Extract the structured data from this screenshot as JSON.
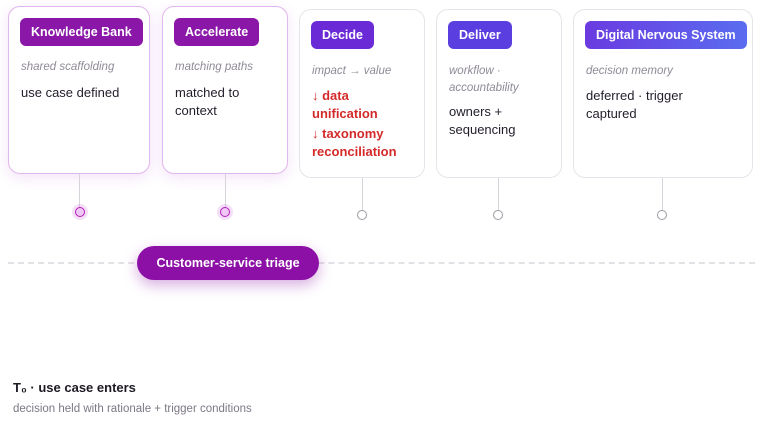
{
  "stages": [
    {
      "chip": "Knowledge Bank",
      "subtitle": "shared scaffolding",
      "body": "use case defined",
      "active": true
    },
    {
      "chip": "Accelerate",
      "subtitle": "matching paths",
      "body_lines": [
        "matched to",
        "context"
      ],
      "active": true
    },
    {
      "chip": "Decide",
      "subtitle": "impact → value",
      "risks": [
        [
          "↓ data",
          "unification"
        ],
        [
          "↓ taxonomy",
          "reconciliation"
        ]
      ],
      "active": false
    },
    {
      "chip": "Deliver",
      "subtitle_lines": [
        "workflow ·",
        "accountability"
      ],
      "body_lines": [
        "owners +",
        "sequencing"
      ],
      "active": false
    },
    {
      "chip": "Digital Nervous System",
      "subtitle": "decision memory",
      "body_lines": [
        "deferred · trigger",
        "captured"
      ],
      "active": false
    }
  ],
  "use_case_pill": "Customer-service triage",
  "footer": {
    "title": "T₀ · use case enters",
    "subtitle": "decision held with rationale + trigger conditions"
  },
  "colors": {
    "knowledge_chip": "#8a17a8",
    "accelerate_chip": "#8a17a8",
    "decide_chip": "#6a2ad6",
    "deliver_chip": "#5b3ee0",
    "dns_chip": "#5a6cf0",
    "risk_text": "#d42a2a",
    "pill": "#8c10a6"
  }
}
